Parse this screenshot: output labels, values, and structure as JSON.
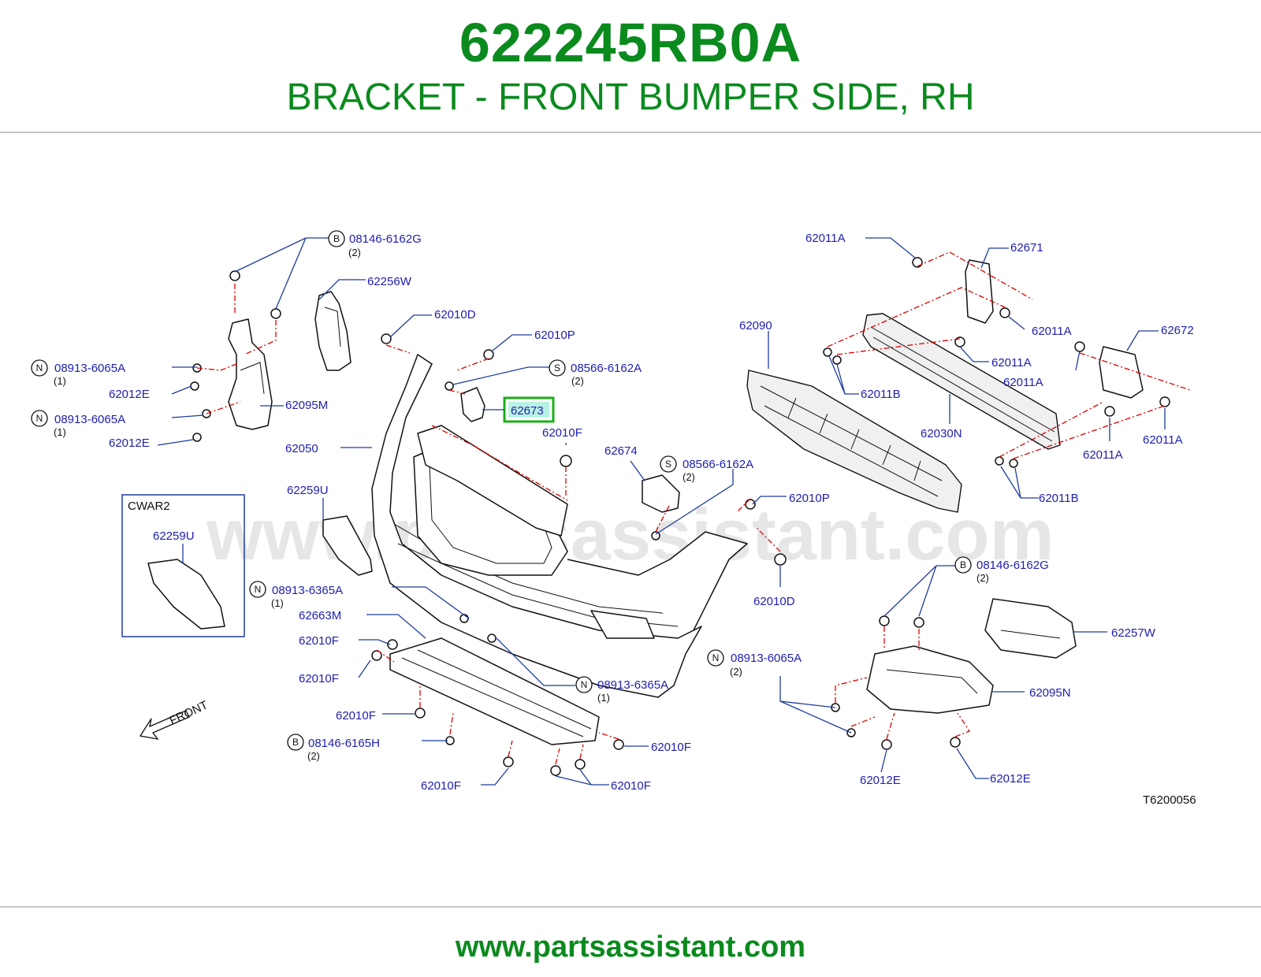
{
  "header": {
    "part_number": "622245RB0A",
    "description": "BRACKET - FRONT BUMPER SIDE, RH"
  },
  "footer": {
    "url": "www.partsassistant.com"
  },
  "diagram": {
    "watermark": "www.partsassistant.com",
    "code": "T6200056",
    "front_label": "FRONT",
    "inset_label": "CWAR2",
    "inset_part": "62259U",
    "highlighted_part": "62673",
    "callouts": [
      {
        "id": "c1",
        "label": "08146-6162G",
        "prefix": "B",
        "qty": "(2)"
      },
      {
        "id": "c2",
        "label": "62256W"
      },
      {
        "id": "c3",
        "label": "62010D"
      },
      {
        "id": "c4",
        "label": "62010P"
      },
      {
        "id": "c5",
        "label": "08566-6162A",
        "prefix": "S",
        "qty": "(2)"
      },
      {
        "id": "c6",
        "label": "62673"
      },
      {
        "id": "c7",
        "label": "62010F"
      },
      {
        "id": "c8",
        "label": "08913-6065A",
        "prefix": "N",
        "qty": "(1)"
      },
      {
        "id": "c9",
        "label": "62012E"
      },
      {
        "id": "c10",
        "label": "08913-6065A",
        "prefix": "N",
        "qty": "(1)"
      },
      {
        "id": "c11",
        "label": "62095M"
      },
      {
        "id": "c12",
        "label": "62012E"
      },
      {
        "id": "c13",
        "label": "62050"
      },
      {
        "id": "c14",
        "label": "62259U"
      },
      {
        "id": "c15",
        "label": "62674"
      },
      {
        "id": "c16",
        "label": "08566-6162A",
        "prefix": "S",
        "qty": "(2)"
      },
      {
        "id": "c17",
        "label": "62010P"
      },
      {
        "id": "c18",
        "label": "62010D"
      },
      {
        "id": "c19",
        "label": "08913-6365A",
        "prefix": "N",
        "qty": "(1)"
      },
      {
        "id": "c20",
        "label": "62663M"
      },
      {
        "id": "c21",
        "label": "62010F"
      },
      {
        "id": "c22",
        "label": "62010F"
      },
      {
        "id": "c23",
        "label": "08913-6365A",
        "prefix": "N",
        "qty": "(1)"
      },
      {
        "id": "c24",
        "label": "62010F"
      },
      {
        "id": "c25",
        "label": "08146-6165H",
        "prefix": "B",
        "qty": "(2)"
      },
      {
        "id": "c26",
        "label": "62010F"
      },
      {
        "id": "c27",
        "label": "62010F"
      },
      {
        "id": "c28",
        "label": "62010F"
      },
      {
        "id": "c29",
        "label": "08913-6065A",
        "prefix": "N",
        "qty": "(2)"
      },
      {
        "id": "c30",
        "label": "62011A"
      },
      {
        "id": "c31",
        "label": "62671"
      },
      {
        "id": "c32",
        "label": "62011A"
      },
      {
        "id": "c33",
        "label": "62090"
      },
      {
        "id": "c34",
        "label": "62011A"
      },
      {
        "id": "c35",
        "label": "62672"
      },
      {
        "id": "c36",
        "label": "62011A"
      },
      {
        "id": "c37",
        "label": "62011B"
      },
      {
        "id": "c38",
        "label": "62030N"
      },
      {
        "id": "c39",
        "label": "62011A"
      },
      {
        "id": "c40",
        "label": "62011A"
      },
      {
        "id": "c41",
        "label": "62011B"
      },
      {
        "id": "c42",
        "label": "08146-6162G",
        "prefix": "B",
        "qty": "(2)"
      },
      {
        "id": "c43",
        "label": "62257W"
      },
      {
        "id": "c44",
        "label": "62095N"
      },
      {
        "id": "c45",
        "label": "62012E"
      },
      {
        "id": "c46",
        "label": "62012E"
      }
    ]
  },
  "colors": {
    "brand_green": "#0b8a1e",
    "label_blue": "#2020b0",
    "leader_blue": "#1e3c9e",
    "dash_red": "#dd0000",
    "highlight_green": "#18b018"
  }
}
